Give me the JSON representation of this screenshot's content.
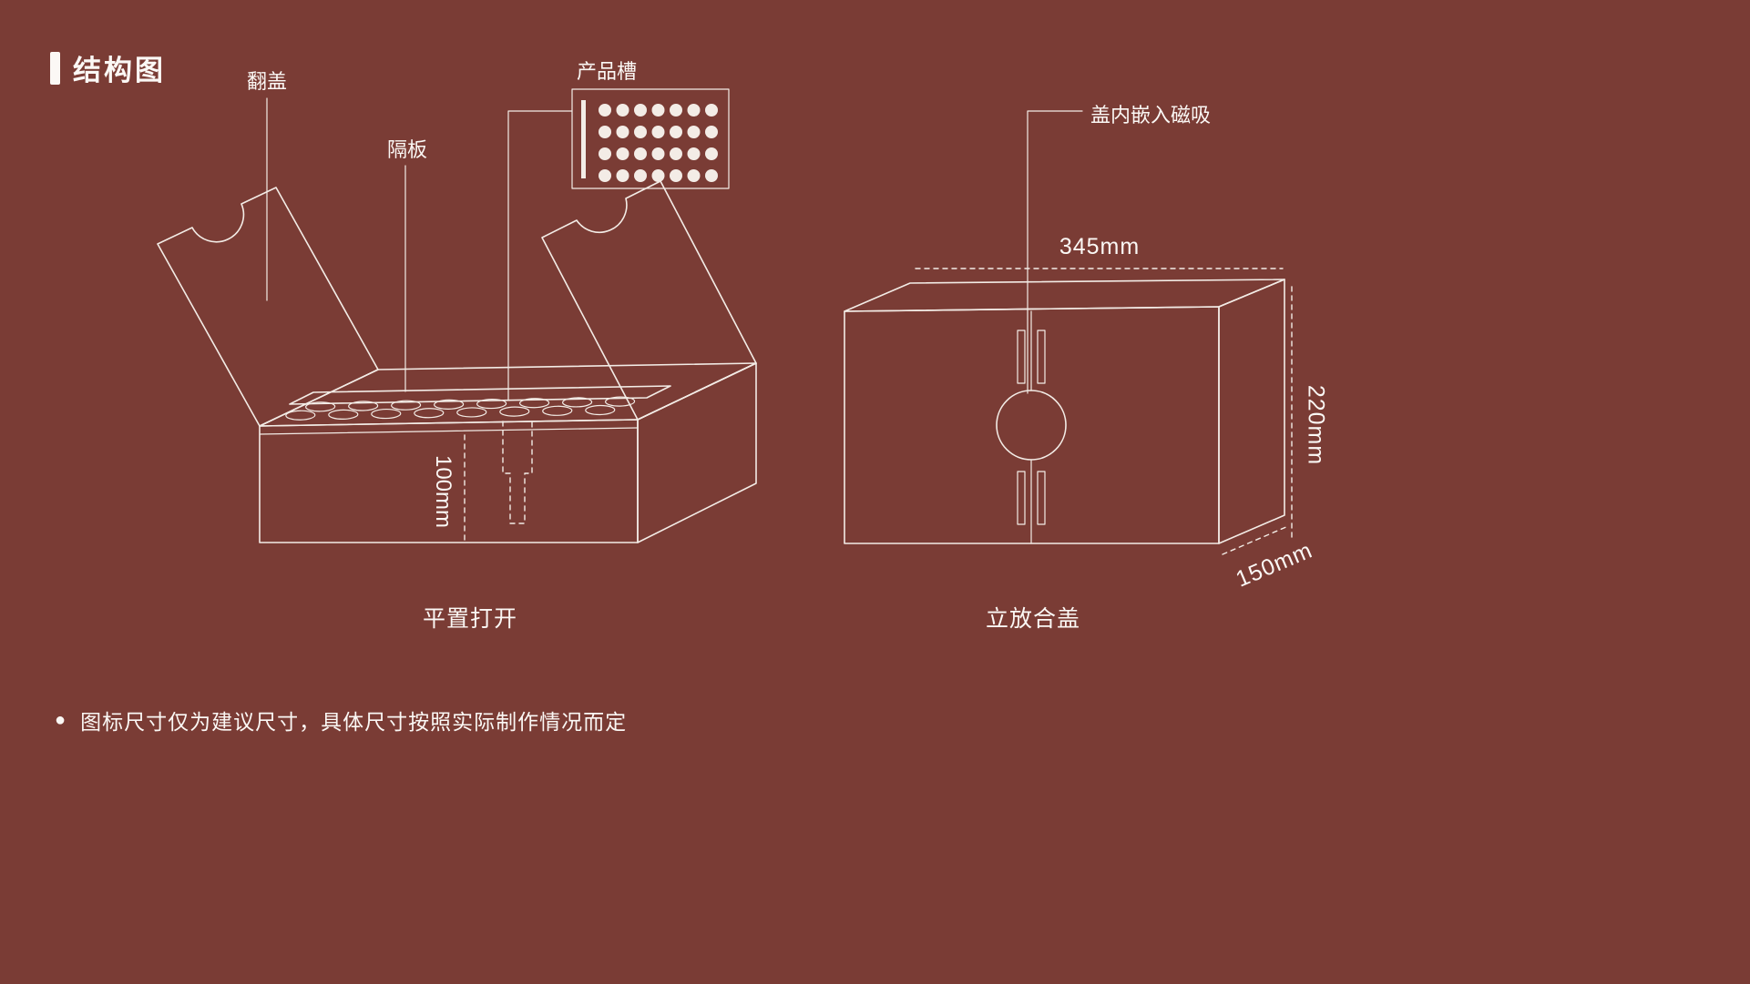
{
  "colors": {
    "background": "#7a3c35",
    "line": "#f3ece6",
    "text": "#fbf8f5"
  },
  "header": {
    "title": "结构图"
  },
  "left_diagram": {
    "caption": "平置打开",
    "labels": {
      "flip_cover": "翻盖",
      "divider": "隔板",
      "product_slot": "产品槽"
    },
    "dimensions": {
      "height": "100mm"
    }
  },
  "right_diagram": {
    "caption": "立放合盖",
    "labels": {
      "magnet": "盖内嵌入磁吸"
    },
    "dimensions": {
      "width": "345mm",
      "height": "220mm",
      "depth": "150mm"
    }
  },
  "footer": {
    "bullet": "●",
    "note": "图标尺寸仅为建议尺寸，具体尺寸按照实际制作情况而定"
  }
}
